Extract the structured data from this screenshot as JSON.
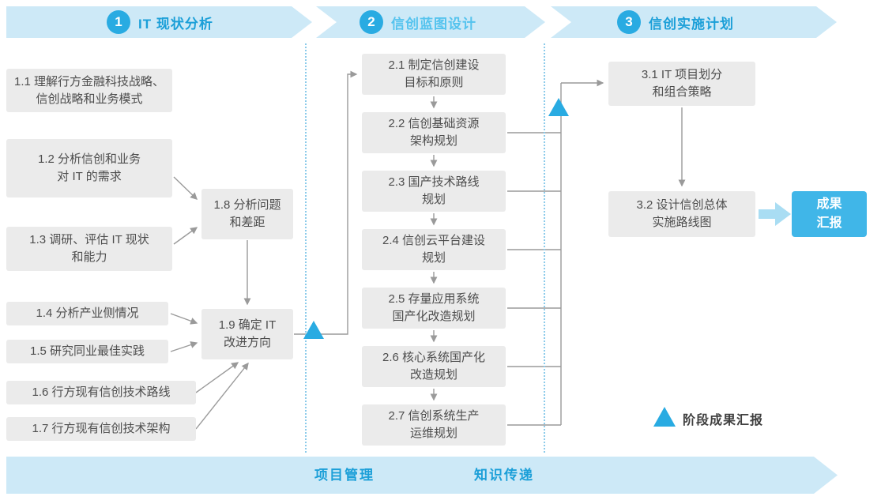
{
  "colors": {
    "accent_blue": "#29abe2",
    "banner_fill": "#cde9f7",
    "phase2_title_blue": "#54c3ee",
    "box_fill": "#ebebeb",
    "box_text": "#4d4d4d",
    "connector_gray": "#9a9a9a",
    "result_box_fill": "#40b6e8",
    "thick_arrow_fill": "#a9ddf3"
  },
  "phases": [
    {
      "number": "1",
      "title": "IT 现状分析"
    },
    {
      "number": "2",
      "title": "信创蓝图设计"
    },
    {
      "number": "3",
      "title": "信创实施计划"
    }
  ],
  "phase1": {
    "boxes": [
      "1.1 理解行方金融科技战略、\n信创战略和业务模式",
      "1.2 分析信创和业务\n对 IT 的需求",
      "1.3 调研、评估 IT 现状\n和能力",
      "1.4 分析产业侧情况",
      "1.5 研究同业最佳实践",
      "1.6 行方现有信创技术路线",
      "1.7 行方现有信创技术架构"
    ],
    "gap_box": "1.8 分析问题\n和差距",
    "direction_box": "1.9 确定 IT\n改进方向"
  },
  "phase2": {
    "boxes": [
      "2.1 制定信创建设\n目标和原则",
      "2.2 信创基础资源\n架构规划",
      "2.3 国产技术路线\n规划",
      "2.4 信创云平台建设\n规划",
      "2.5 存量应用系统\n国产化改造规划",
      "2.6 核心系统国产化\n改造规划",
      "2.7 信创系统生产\n运维规划"
    ]
  },
  "phase3": {
    "boxes": [
      "3.1 IT 项目划分\n和组合策略",
      "3.2 设计信创总体\n实施路线图"
    ],
    "result_box": "成果\n汇报"
  },
  "bottom_banner": {
    "items": [
      "项目管理",
      "知识传递"
    ]
  },
  "legend": {
    "label": "阶段成果汇报"
  }
}
